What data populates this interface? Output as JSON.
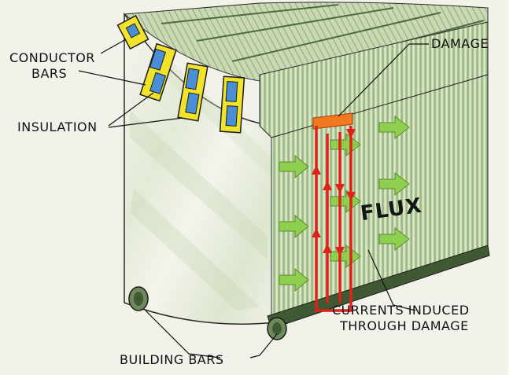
{
  "labels": {
    "conductor_bars": [
      "CONDUCTOR",
      "BARS"
    ],
    "insulation": "INSULATION",
    "damage": "DAMAGE",
    "flux": "FLUX",
    "currents_induced": [
      "CURRENTS INDUCED",
      "THROUGH DAMAGE"
    ],
    "building_bars": "BUILDING BARS"
  },
  "colors": {
    "background": "#f2f2ea",
    "core_green_light": "#d9e8c0",
    "core_green_dark": "#6e8f5a",
    "conductor_yellow": "#f2e22a",
    "conductor_blue": "#4a8fd6",
    "current_red": "#e0201a",
    "damage_orange": "#f07a20",
    "flux_arrow_green": "#8fcf50",
    "building_bar_dark": "#3f5a32"
  },
  "icons": {
    "flux_arrows": "arrow-right-icon",
    "current_arrows_up": "arrow-up-icon",
    "current_arrows_down": "arrow-down-icon"
  }
}
